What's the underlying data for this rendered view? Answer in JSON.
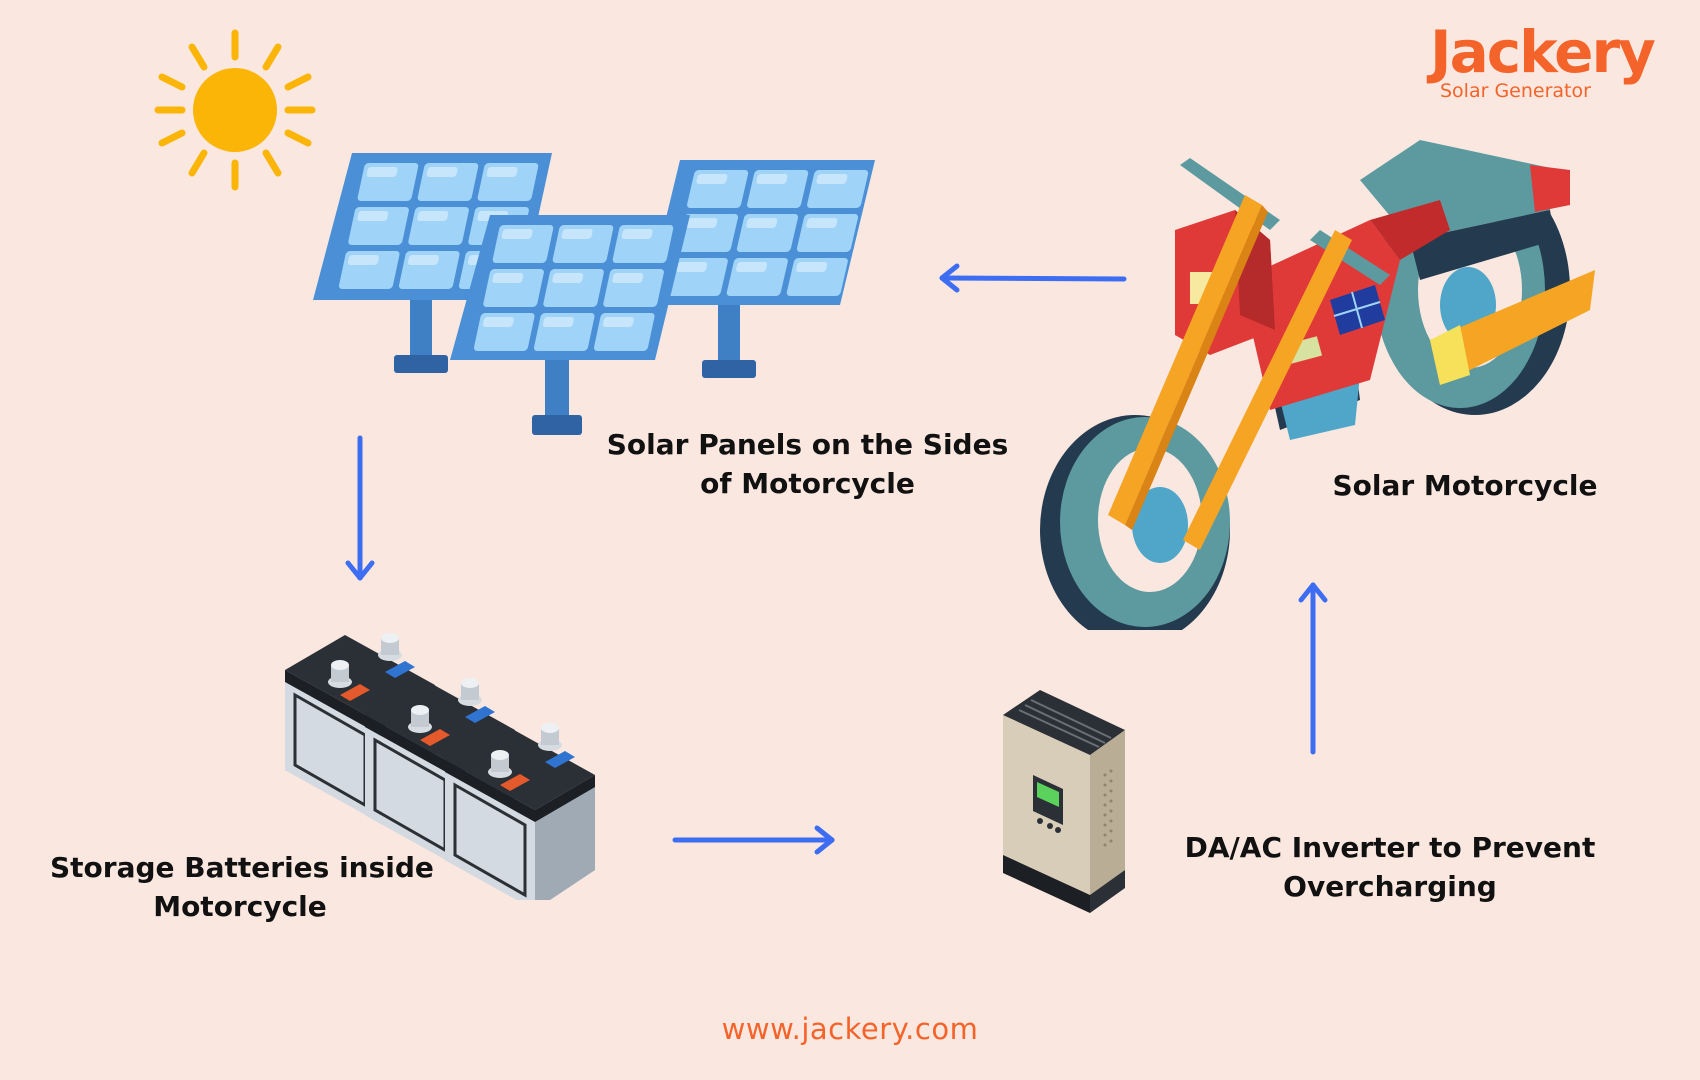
{
  "brand": {
    "name": "Jackery",
    "tagline": "Solar Generator",
    "website": "www.jackery.com",
    "color": "#f4632a"
  },
  "nodes": {
    "solar_panels": {
      "line1": "Solar Panels on the Sides",
      "line2": "of Motorcycle"
    },
    "batteries": {
      "line1": "Storage Batteries inside",
      "line2": "Motorcycle"
    },
    "inverter": {
      "line1": "DA/AC Inverter to Prevent",
      "line2": "Overcharging"
    },
    "motorcycle": {
      "line1": "Solar Motorcycle"
    }
  },
  "icons": [
    "sun-icon",
    "solar-panels-icon",
    "motorcycle-icon",
    "batteries-icon",
    "inverter-icon"
  ],
  "colors": {
    "background": "#fae8e0",
    "arrow": "#3d6df2",
    "sun": "#fbb507",
    "panel": "#4b8fd6"
  }
}
